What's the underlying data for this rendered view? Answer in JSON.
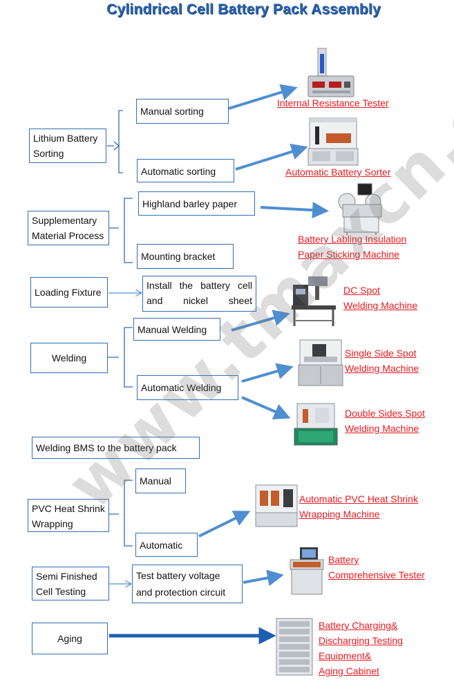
{
  "title": "Cylindrical Cell Battery Pack Assembly",
  "watermark": "www.tmaxcn.com",
  "steps": {
    "lithium_battery_sorting": "Lithium Battery Sorting",
    "manual_sorting": "Manual sorting",
    "automatic_sorting": "Automatic sorting",
    "supplementary_material_process": "Supplementary Material Process",
    "highland_barley_paper": "Highland barley paper",
    "mounting_bracket": "Mounting bracket",
    "loading_fixture": "Loading Fixture",
    "install_battery_cell": "Install the battery cell and nickel sheet",
    "welding": "Welding",
    "manual_welding": "Manual Welding",
    "automatic_welding": "Automatic Welding",
    "welding_bms": "Welding BMS to the battery pack",
    "pvc_heat_shrink": "PVC Heat Shrink Wrapping",
    "manual": "Manual",
    "automatic": "Automatic",
    "semi_finished_testing": "Semi Finished Cell Testing",
    "test_battery_voltage": "Test battery voltage and protection circuit",
    "aging": "Aging"
  },
  "machines": {
    "internal_resistance_tester": "Internal Resistance Tester",
    "automatic_battery_sorter": "Automatic Battery Sorter",
    "battery_labeling_1": "Battery Labling Insulation ",
    "battery_labeling_2": "Paper Sticking Machine",
    "dc_spot_1": "DC Spot ",
    "dc_spot_2": "Welding Machine",
    "single_side_1": "Single Side Spot ",
    "single_side_2": "Welding Machine",
    "double_sides_1": "Double Sides Spot",
    "double_sides_2": "Welding Machine",
    "pvc_machine_1": "Automatic PVC Heat Shrink",
    "pvc_machine_2": " Wrapping Machine",
    "comprehensive_1": "Battery ",
    "comprehensive_2": "Comprehensive Tester ",
    "aging_1": "Battery Charging&",
    "aging_2": "Discharging  Testing",
    "aging_3": "Equipment&",
    "aging_4": "Aging Cabinet"
  },
  "colors": {
    "box_border": "#2f6db3",
    "arrow": "#4f8fd0",
    "label": "#e8191f",
    "title": "#2b63b0"
  }
}
